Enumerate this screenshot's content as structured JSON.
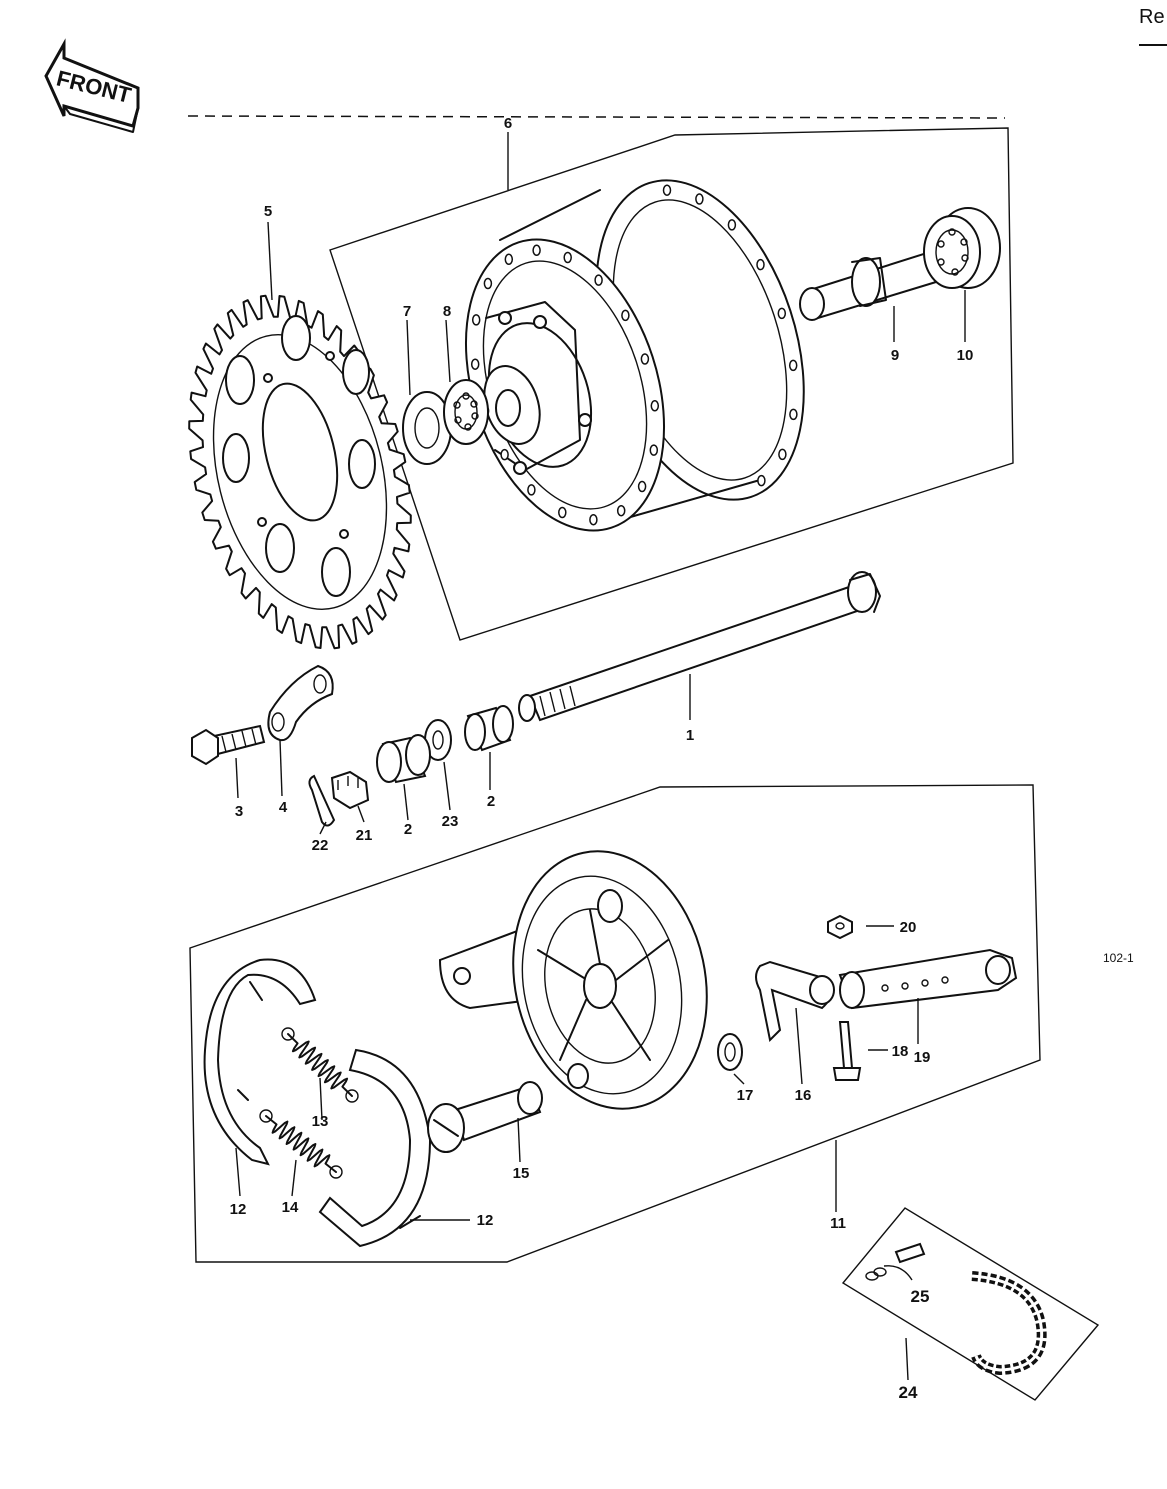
{
  "header": {
    "page_ref": "Re",
    "figure_number": "102-1",
    "front_arrow": "FRONT"
  },
  "labels": {
    "p1": "1",
    "p2a": "2",
    "p2b": "2",
    "p3": "3",
    "p4": "4",
    "p5": "5",
    "p6": "6",
    "p7": "7",
    "p8": "8",
    "p9": "9",
    "p10": "10",
    "p11": "11",
    "p12a": "12",
    "p12b": "12",
    "p13": "13",
    "p14": "14",
    "p15": "15",
    "p16": "16",
    "p17": "17",
    "p18": "18",
    "p19": "19",
    "p20": "20",
    "p21": "21",
    "p22": "22",
    "p23": "23",
    "p24": "24",
    "p25": "25"
  },
  "icons": {
    "front": "front-arrow-icon",
    "sprocket": "sprocket-icon",
    "hub": "wheel-hub-icon",
    "chain": "drive-chain-icon",
    "brake": "brake-panel-icon"
  }
}
